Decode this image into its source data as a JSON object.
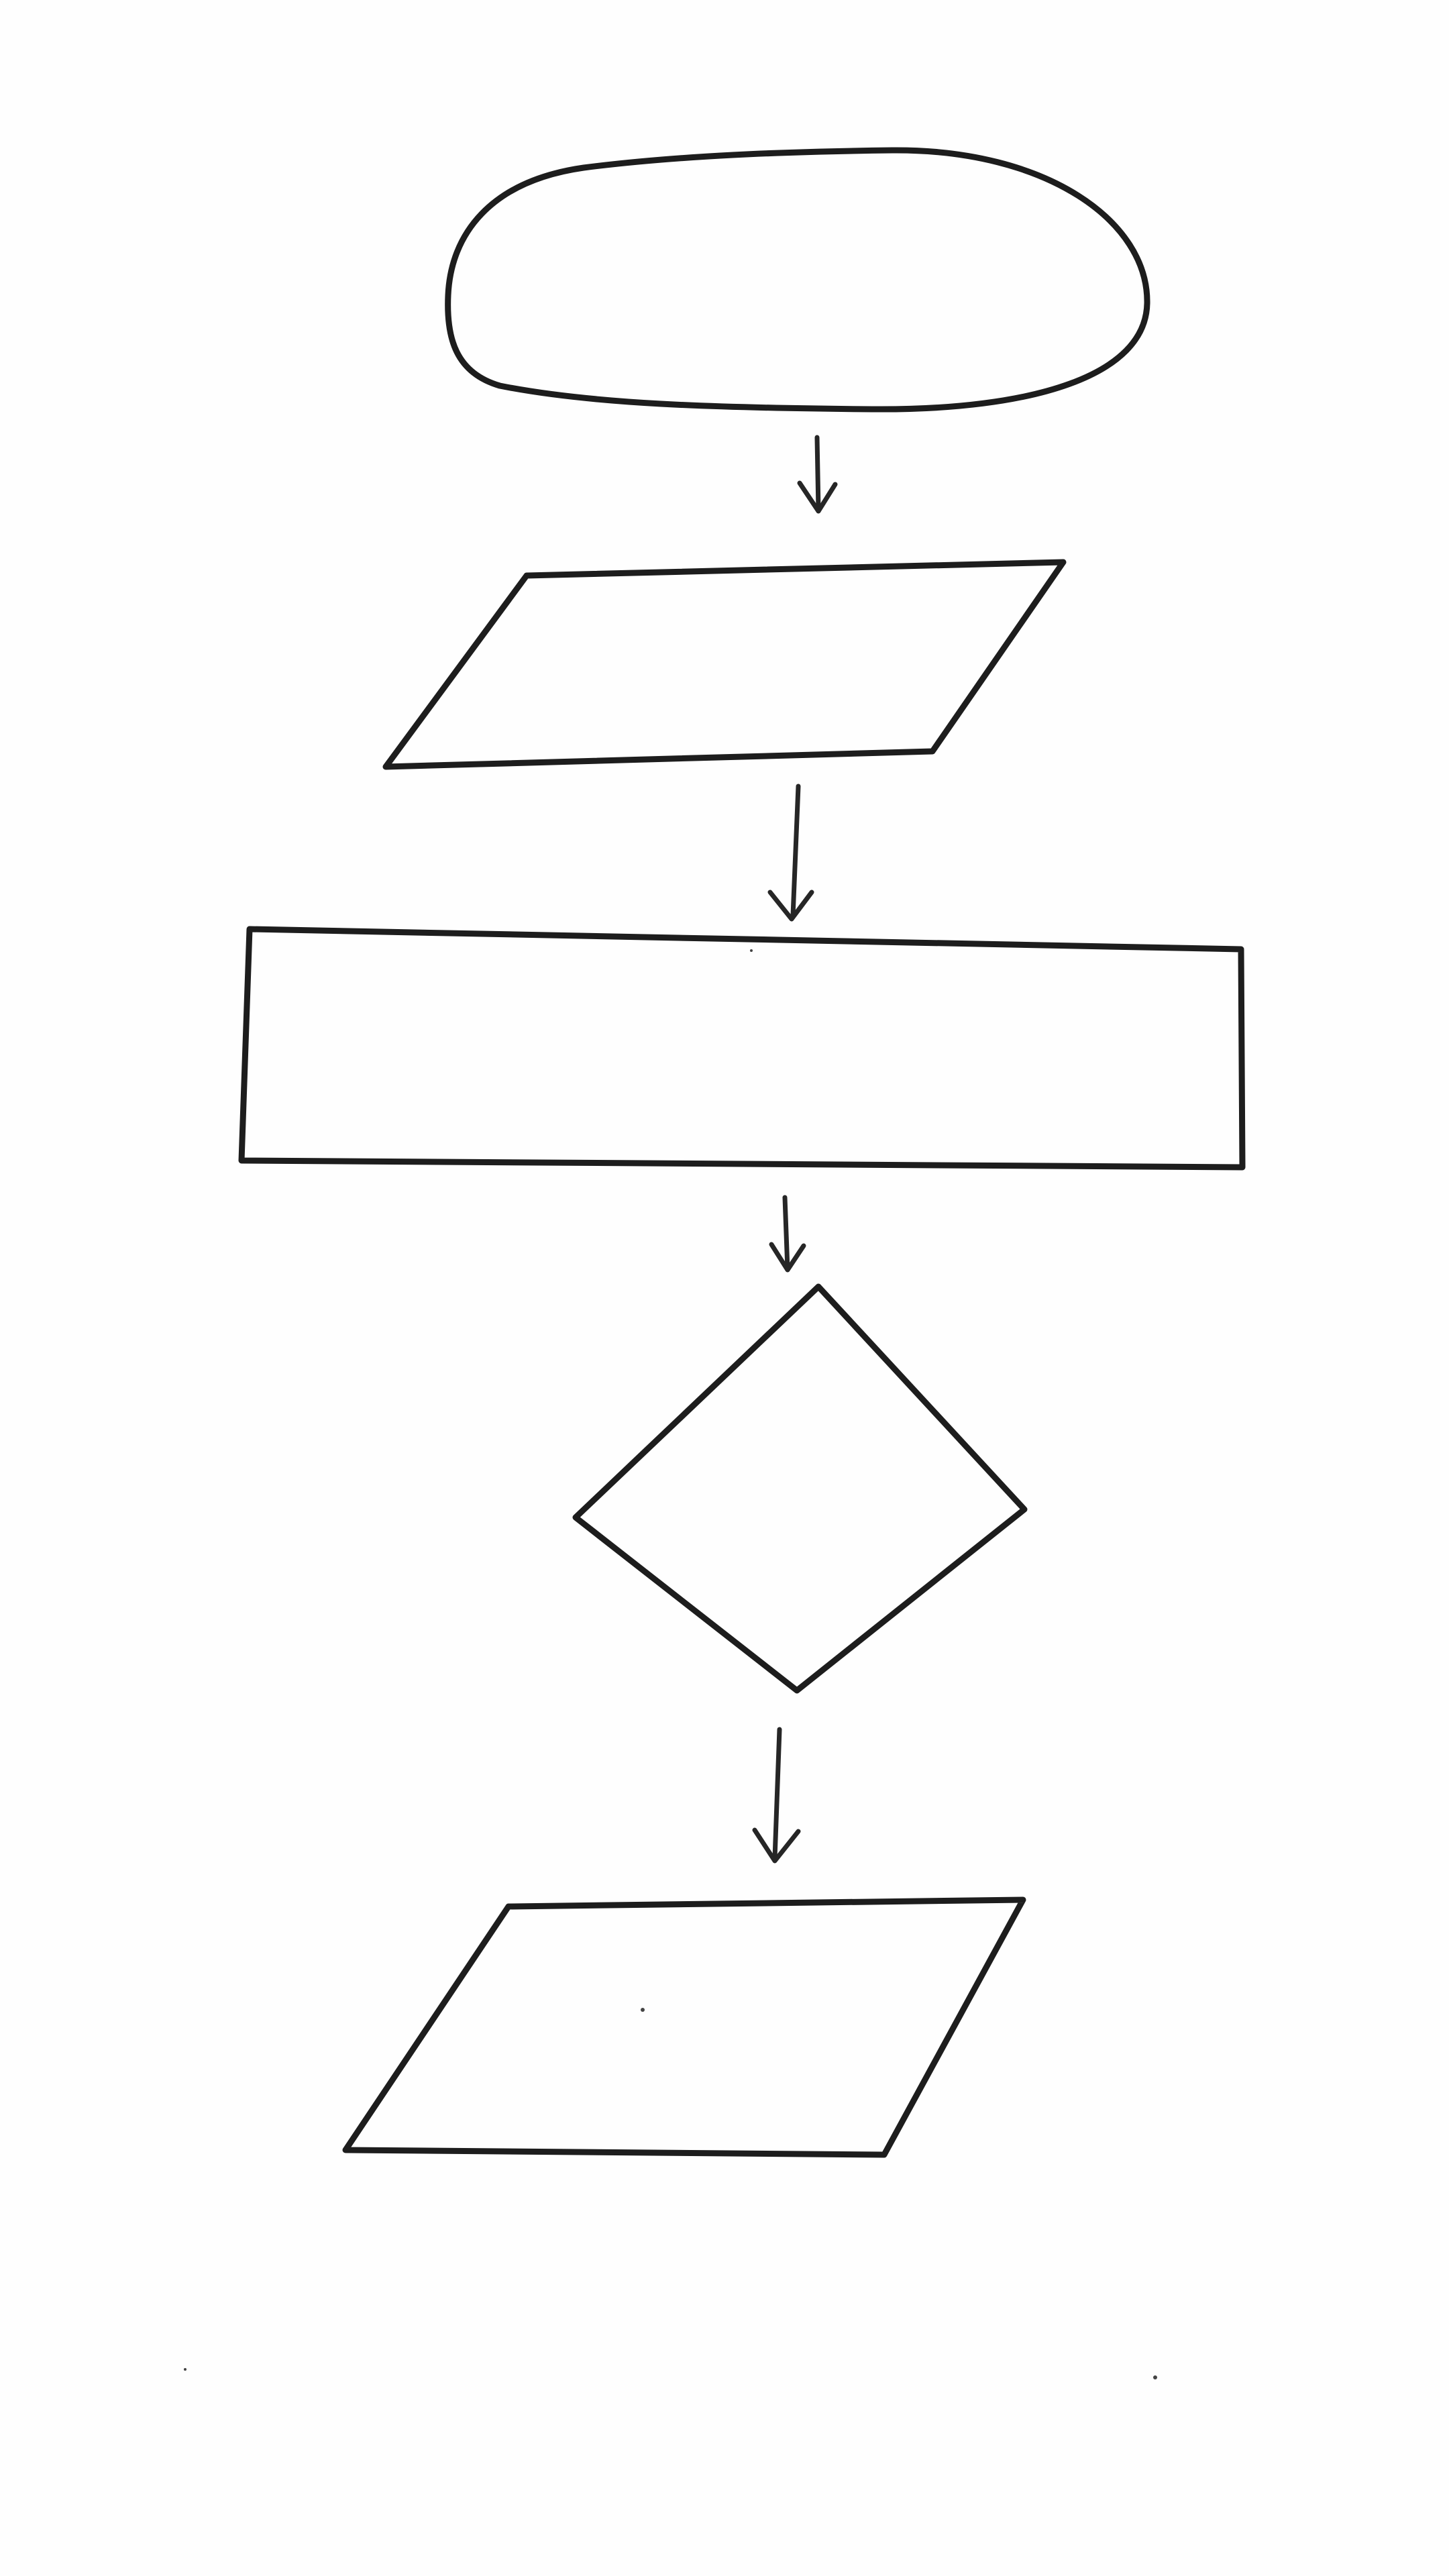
{
  "diagram": {
    "type": "flowchart",
    "orientation": "vertical",
    "style": "hand-drawn pencil sketch, no labels",
    "ink_color": "#1d1d1d",
    "background_color": "#fefefe",
    "nodes": [
      {
        "id": "start",
        "shape": "terminator-oval",
        "label": ""
      },
      {
        "id": "input",
        "shape": "parallelogram",
        "label": ""
      },
      {
        "id": "process",
        "shape": "rectangle",
        "label": ""
      },
      {
        "id": "decision",
        "shape": "diamond",
        "label": ""
      },
      {
        "id": "output",
        "shape": "parallelogram",
        "label": ""
      }
    ],
    "edges": [
      {
        "from": "start",
        "to": "input"
      },
      {
        "from": "input",
        "to": "process"
      },
      {
        "from": "process",
        "to": "decision"
      },
      {
        "from": "decision",
        "to": "output"
      }
    ]
  }
}
